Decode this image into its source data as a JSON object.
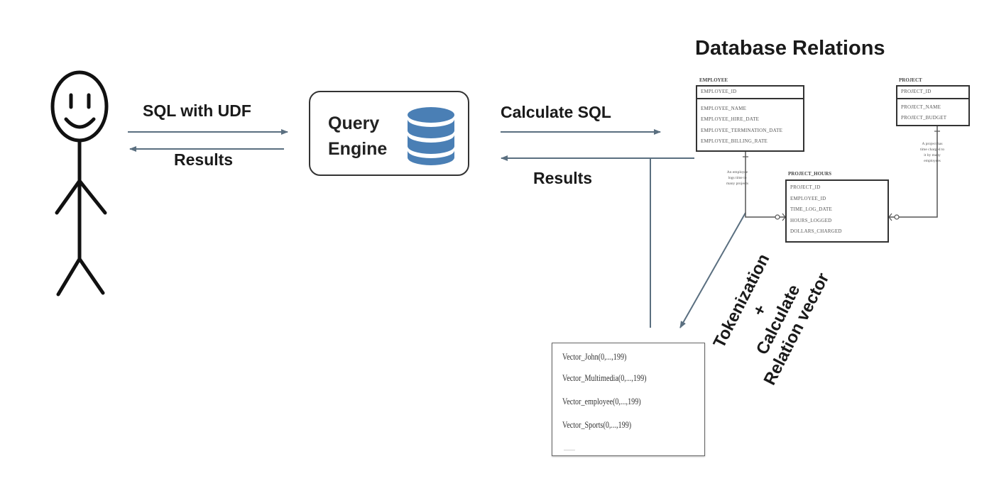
{
  "title": "Database Relations",
  "arrows": {
    "sql_with_udf": "SQL with UDF",
    "results_left": "Results",
    "calculate_sql": "Calculate SQL",
    "results_right": "Results"
  },
  "query_engine": {
    "line1": "Query",
    "line2": "Engine"
  },
  "process": {
    "line1": "Tokenization",
    "line2": "+",
    "line3": "Calculate",
    "line4": "Relation vector"
  },
  "entities": {
    "employee": {
      "title": "EMPLOYEE",
      "pk": "EMPLOYEE_ID",
      "fields": [
        "EMPLOYEE_NAME",
        "EMPLOYEE_HIRE_DATE",
        "EMPLOYEE_TERMINATION_DATE",
        "EMPLOYEE_BILLING_RATE"
      ]
    },
    "project": {
      "title": "PROJECT",
      "pk": "PROJECT_ID",
      "fields": [
        "PROJECT_NAME",
        "PROJECT_BUDGET"
      ]
    },
    "project_hours": {
      "title": "PROJECT_HOURS",
      "fields": [
        "PROJECT_ID",
        "EMPLOYEE_ID",
        "TIME_LOG_DATE",
        "HOURS_LOGGED",
        "DOLLARS_CHARGED"
      ]
    }
  },
  "notes": {
    "employee_note": "An employee\nlogs time to\nmany projects",
    "project_note": "A project has\ntime charged to\nit by many\nemployees"
  },
  "vectors": [
    "Vector_John(0,...,199)",
    "Vector_Multimedia(0,...,199)",
    "Vector_employee(0,...,199)",
    "Vector_Sports(0,...,199)"
  ],
  "vectors_more": "........",
  "icons": [
    "stick-figure-user-icon",
    "database-cylinder-icon"
  ],
  "colors": {
    "arrow": "#5a6f80",
    "database": "#4a7fb5",
    "stroke": "#333333"
  }
}
